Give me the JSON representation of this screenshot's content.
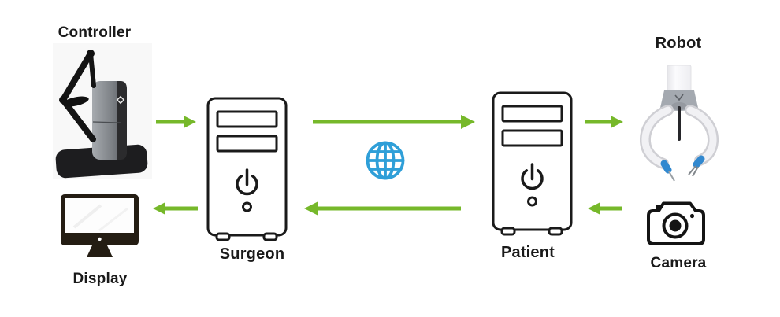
{
  "diagram": {
    "type": "system-architecture",
    "nodes": {
      "controller": {
        "label": "Controller",
        "icon": "haptic-controller-image"
      },
      "display": {
        "label": "Display",
        "icon": "monitor-icon"
      },
      "surgeon_pc": {
        "label": "Surgeon",
        "icon": "desktop-tower-icon"
      },
      "internet": {
        "label": "",
        "icon": "globe-icon"
      },
      "patient_pc": {
        "label": "Patient",
        "icon": "desktop-tower-icon"
      },
      "robot": {
        "label": "Robot",
        "icon": "surgical-robot-image"
      },
      "camera": {
        "label": "Camera",
        "icon": "camera-icon"
      }
    },
    "connections": [
      {
        "from": "controller",
        "to": "surgeon_pc",
        "direction": "right"
      },
      {
        "from": "surgeon_pc",
        "to": "patient_pc",
        "direction": "right",
        "via": "internet"
      },
      {
        "from": "patient_pc",
        "to": "robot",
        "direction": "right"
      },
      {
        "from": "camera",
        "to": "patient_pc",
        "direction": "left"
      },
      {
        "from": "patient_pc",
        "to": "surgeon_pc",
        "direction": "left",
        "via": "internet"
      },
      {
        "from": "surgeon_pc",
        "to": "display",
        "direction": "left"
      }
    ],
    "colors": {
      "arrow_green": "#76b82a",
      "globe_blue": "#2f9fd8",
      "outline_black": "#1a1a1a",
      "robot_tool_blue": "#3188cf"
    }
  }
}
